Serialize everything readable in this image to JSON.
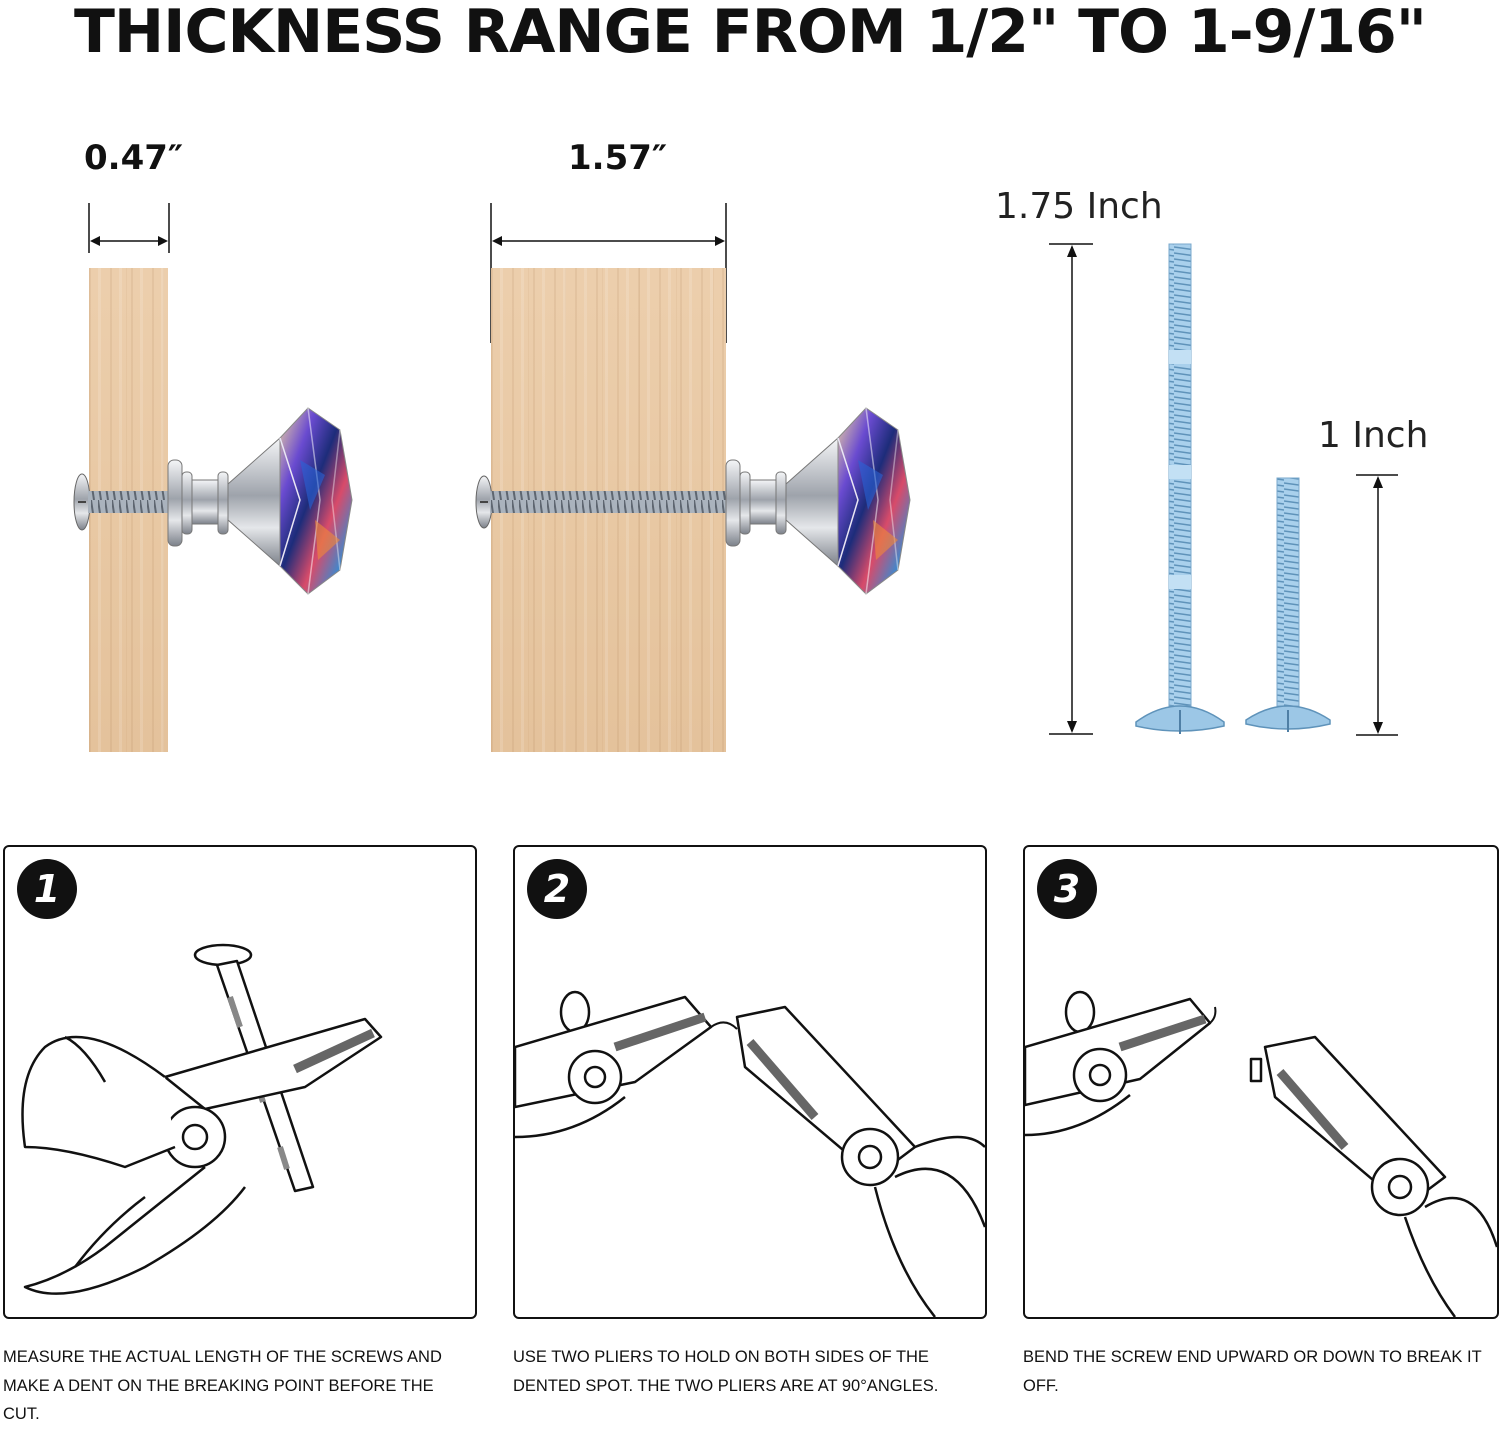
{
  "headline": "THICKNESS RANGE FROM 1/2\" TO  1-9/16\"",
  "thin_board": {
    "dimension": "0.47″"
  },
  "thick_board": {
    "dimension": "1.57″"
  },
  "screws": {
    "long_label": "1.75 Inch",
    "short_label": "1 Inch"
  },
  "colors": {
    "wood": "#eac9a3",
    "screw_blue": "#9cc7e6",
    "chrome": "#c9ccd2"
  },
  "steps": [
    {
      "number": "1",
      "caption": "MEASURE THE ACTUAL LENGTH OF THE SCREWS AND MAKE A DENT ON THE BREAKING POINT BEFORE THE CUT."
    },
    {
      "number": "2",
      "caption": "USE TWO PLIERS TO HOLD ON BOTH SIDES OF THE DENTED SPOT. THE TWO PLIERS ARE AT 90°ANGLES."
    },
    {
      "number": "3",
      "caption": "BEND THE SCREW END UPWARD OR DOWN TO BREAK IT OFF."
    }
  ]
}
